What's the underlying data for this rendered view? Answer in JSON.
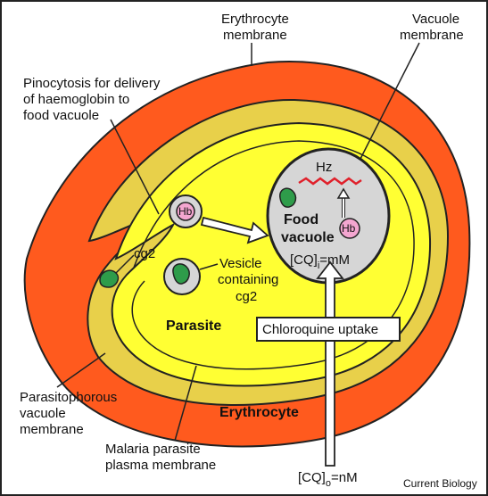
{
  "labels": {
    "erythrocyte_membrane": [
      "Erythrocyte",
      "membrane"
    ],
    "vacuole_membrane": [
      "Vacuole",
      "membrane"
    ],
    "pinocytosis": [
      "Pinocytosis for delivery",
      "of haemoglobin to",
      "food vacuole"
    ],
    "cg2": "cg2",
    "vesicle": [
      "Vesicle",
      "containing",
      "cg2"
    ],
    "parasite": "Parasite",
    "food_vacuole": [
      "Food",
      "vacuole"
    ],
    "cq_inside": "[CQ]",
    "cq_inside_sub": "i",
    "cq_inside_val": "=mM",
    "chloroquine_uptake": "Chloroquine uptake",
    "pvm": [
      "Parasitophorous",
      "vacuole",
      "membrane"
    ],
    "erythrocyte": "Erythrocyte",
    "plasma_membrane": [
      "Malaria parasite",
      "plasma membrane"
    ],
    "cq_outside": "[CQ]",
    "cq_outside_sub": "o",
    "cq_outside_val": "=nM",
    "hz": "Hz",
    "hb": "Hb",
    "credit": "Current Biology"
  },
  "colors": {
    "erythrocyte": "#ff5a1e",
    "parasite": "#ffff33",
    "band": "#e8d04a",
    "vacuole": "#d6d6d6",
    "vesicle_green": "#2e9c4a",
    "hb_pink": "#f4a6d0",
    "hz_red": "#e0202a"
  }
}
